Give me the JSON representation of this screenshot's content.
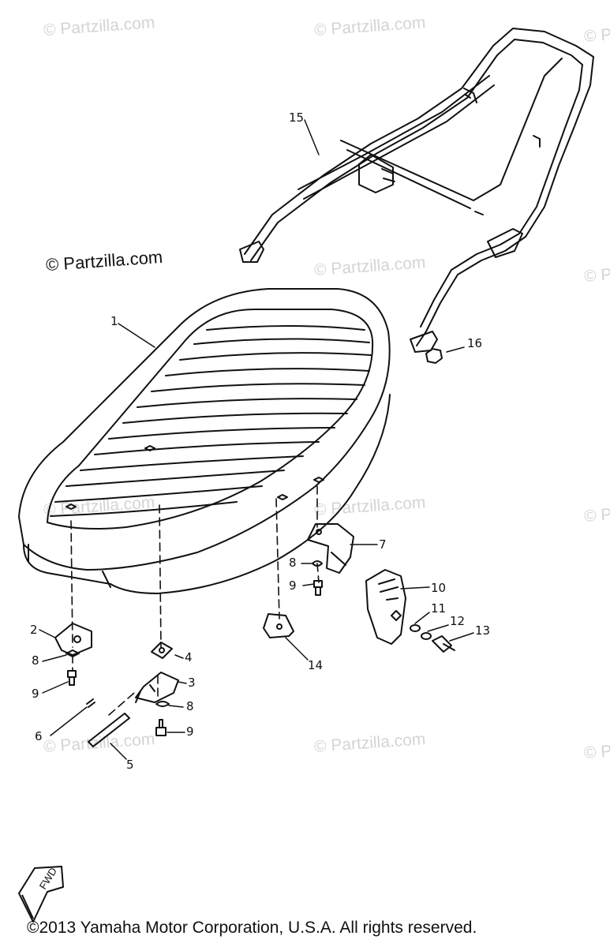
{
  "watermark": "© Partzilla.com",
  "watermark_main": "© Partzilla.com",
  "parts": {
    "p1": "1",
    "p2": "2",
    "p3": "3",
    "p4": "4",
    "p5": "5",
    "p6": "6",
    "p7": "7",
    "p8a": "8",
    "p8b": "8",
    "p8c": "8",
    "p9a": "9",
    "p9b": "9",
    "p9c": "9",
    "p10": "10",
    "p11": "11",
    "p12": "12",
    "p13": "13",
    "p14": "14",
    "p15": "15",
    "p16": "16"
  },
  "fwd_label": "FWD",
  "footer": "©2013  Yamaha Motor Corporation, U.S.A. All rights reserved."
}
